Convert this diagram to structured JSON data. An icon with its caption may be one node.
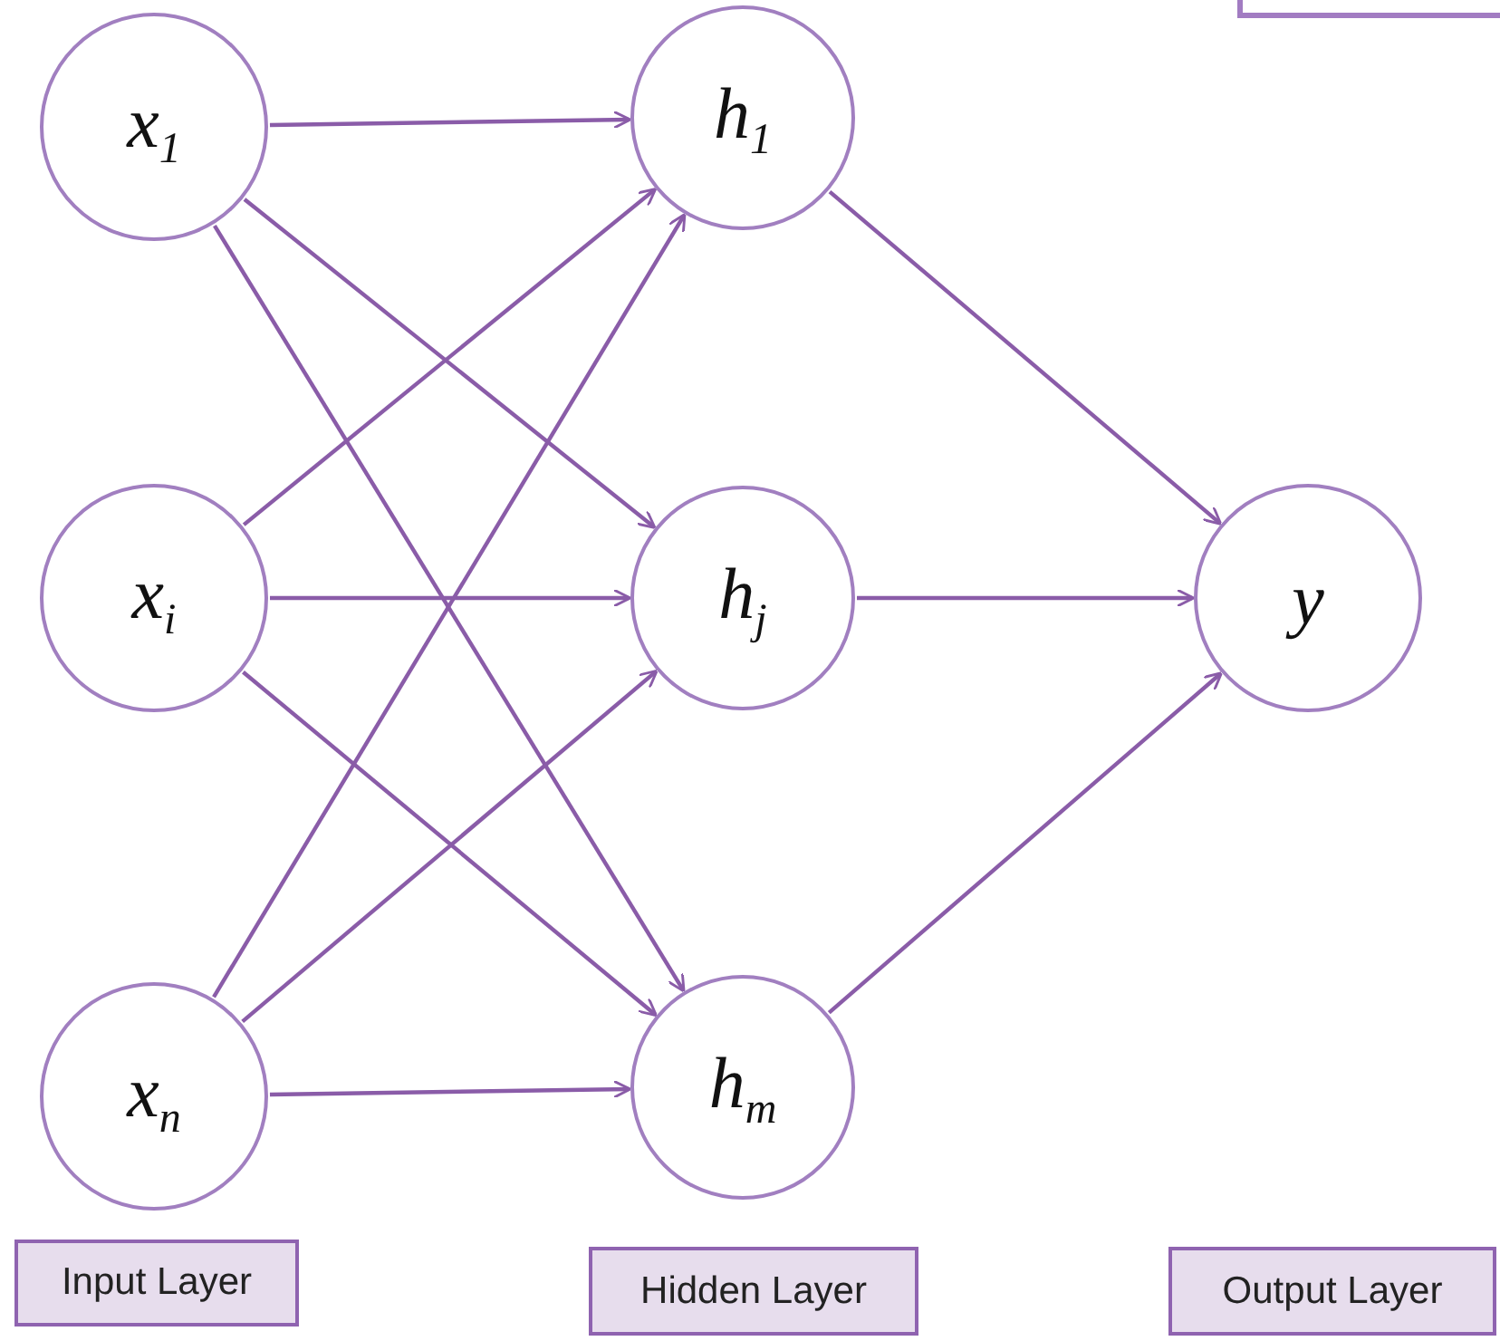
{
  "diagram": {
    "nodes": [
      {
        "text": [
          "x$_{1}$"
        ]
      },
      {
        "text": [
          "x$_{i}$"
        ]
      },
      {
        "text": [
          "x$_{n}$"
        ]
      },
      {
        "text": [
          "h$_{1}$"
        ]
      },
      {
        "text": [
          "h$_{j}$"
        ]
      },
      {
        "text": [
          "h$_{m}$"
        ]
      },
      {
        "text": [
          "y"
        ]
      },
      {
        "text": [
          "Input Layer"
        ]
      },
      {
        "text": [
          "Hidden Layer"
        ]
      },
      {
        "text": [
          "Output Layer"
        ]
      },
      {
        "text": [],
        "shape": "box"
      }
    ],
    "edges": [
      {
        "from": 0,
        "to": 3,
        "arrow": "to"
      },
      {
        "from": 0,
        "to": 4,
        "arrow": "to"
      },
      {
        "from": 0,
        "to": 5,
        "arrow": "to"
      },
      {
        "from": 1,
        "to": 3,
        "arrow": "to"
      },
      {
        "from": 1,
        "to": 4,
        "arrow": "to"
      },
      {
        "from": 1,
        "to": 5,
        "arrow": "to"
      },
      {
        "from": 2,
        "to": 3,
        "arrow": "to"
      },
      {
        "from": 2,
        "to": 4,
        "arrow": "to"
      },
      {
        "from": 2,
        "to": 5,
        "arrow": "to"
      },
      {
        "from": 3,
        "to": 6,
        "arrow": "to"
      },
      {
        "from": 4,
        "to": 6,
        "arrow": "to"
      },
      {
        "from": 5,
        "to": 6,
        "arrow": "to"
      }
    ]
  }
}
